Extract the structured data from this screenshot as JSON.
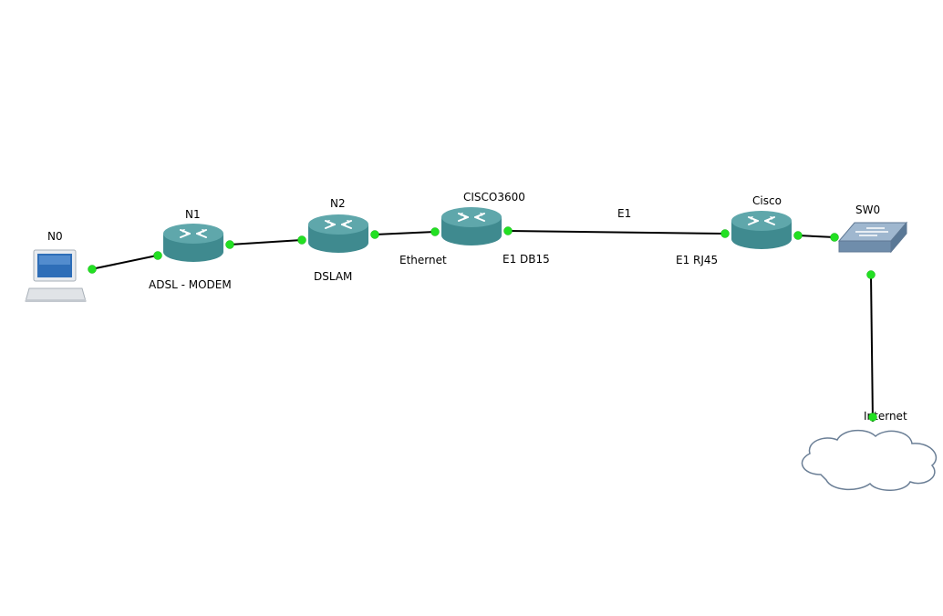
{
  "colors": {
    "background": "#ffffff",
    "router_body": "#3f8a8f",
    "router_top": "#5fa7ab",
    "port_status": "#22e022",
    "link": "#000000",
    "switch_body": "#7c9ab8",
    "cloud_fill": "#ffffff",
    "cloud_stroke": "#6b7f96"
  },
  "nodes": {
    "n0": {
      "label": "N0",
      "icon": "laptop-icon"
    },
    "n1": {
      "label": "N1",
      "sublabel": "ADSL - MODEM",
      "icon": "router-icon"
    },
    "n2": {
      "label": "N2",
      "sublabel": "DSLAM",
      "icon": "router-icon"
    },
    "cisco3600": {
      "label": "CISCO3600",
      "icon": "router-icon"
    },
    "cisco": {
      "label": "Cisco",
      "icon": "router-icon"
    },
    "sw0": {
      "label": "SW0",
      "icon": "switch-icon"
    },
    "internet": {
      "label": "Internet",
      "icon": "cloud-icon"
    }
  },
  "links": {
    "e1": {
      "label": "E1"
    }
  },
  "interfaces": {
    "cisco3600_ethernet": "Ethernet",
    "cisco3600_e1": "E1 DB15",
    "cisco_e1": "E1 RJ45"
  }
}
